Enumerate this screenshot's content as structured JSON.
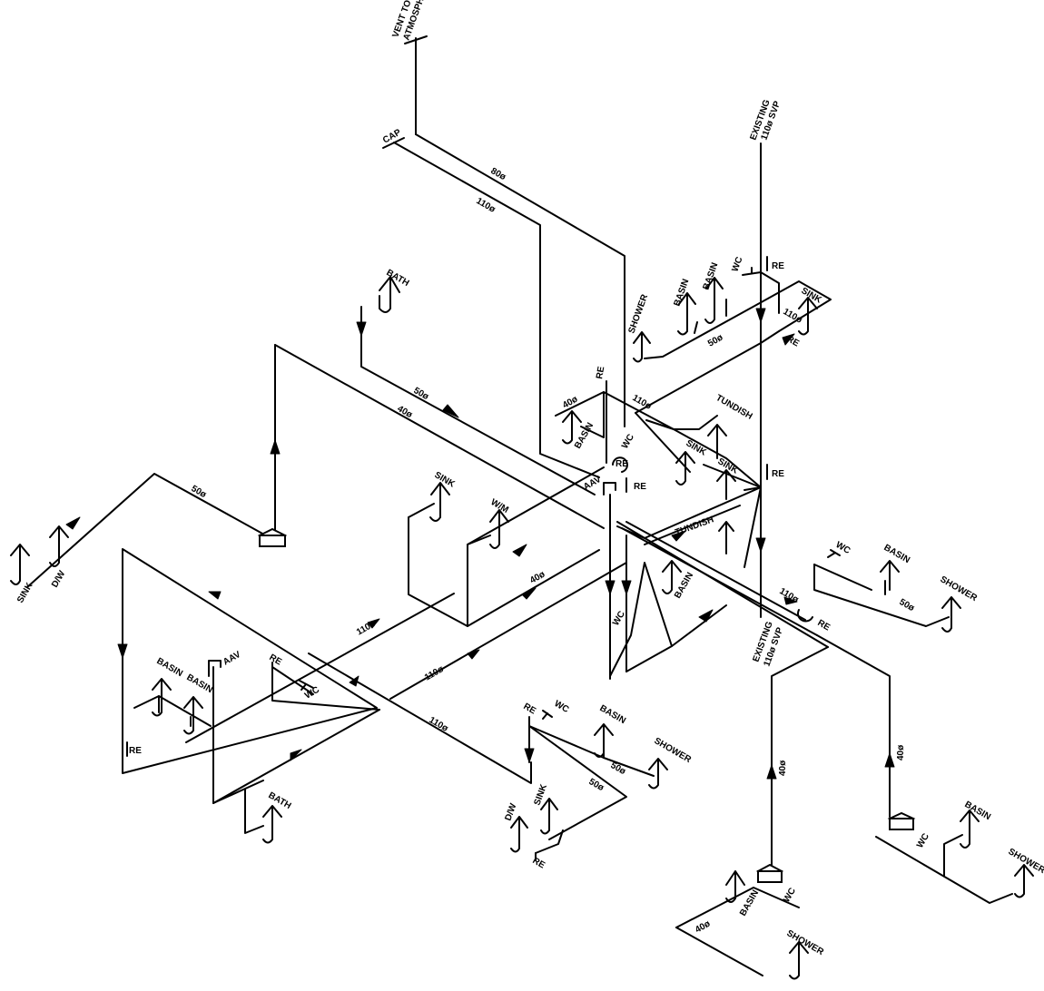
{
  "diagram": {
    "labels": {
      "vent_to_atmosphere_1": "VENT TO",
      "vent_to_atmosphere_2": "ATMOSPHERE",
      "cap": "CAP",
      "existing_top_1": "EXISTING",
      "existing_top_2": "110ø SVP",
      "existing_mid_1": "EXISTING",
      "existing_mid_2": "110ø SVP",
      "pipe_80": "80ø",
      "pipe_110_top": "110ø",
      "pipe_110_right_stack": "110ø",
      "pipe_110_center": "110ø",
      "pipe_110_right_branch": "110ø",
      "pipe_110_left_a": "110ø",
      "pipe_110_left_b": "110ø",
      "pipe_110_left_c": "110ø",
      "pipe_50_bath": "50ø",
      "pipe_50_sink_dw": "50ø",
      "pipe_50_shower_top": "50ø",
      "pipe_50_right": "50ø",
      "pipe_50_bottom_a": "50ø",
      "pipe_50_bottom_b": "50ø",
      "pipe_40_main": "40ø",
      "pipe_40_basin_top": "40ø",
      "pipe_40_center": "40ø",
      "pipe_40_br_a": "40ø",
      "pipe_40_br_b": "40ø",
      "pipe_40_bottom": "40ø",
      "bath_top": "BATH",
      "bath_bottom": "BATH",
      "sink_left": "SINK",
      "dw_left": "D/W",
      "sink_center": "SINK",
      "wm": "W/M",
      "shower_top": "SHOWER",
      "basin_top_a": "BASIN",
      "basin_top_b": "BASIN",
      "wc_top": "WC",
      "re_top": "RE",
      "sink_top_right": "SINK",
      "re_top_right": "RE",
      "basin_center_top": "BASIN",
      "re_center_top": "RE",
      "tundish_top": "TUNDISH",
      "wc_center": "WC",
      "re_center_a": "RE",
      "sink_center_right_a": "SINK",
      "sink_center_right_b": "SINK",
      "re_right_stack": "RE",
      "aav_center": "AAV",
      "re_center_b": "RE",
      "tundish_center": "TUNDISH",
      "basin_center_low": "BASIN",
      "wc_center_low": "WC",
      "wc_right": "WC",
      "basin_right": "BASIN",
      "shower_right": "SHOWER",
      "re_right": "RE",
      "basin_left_a": "BASIN",
      "basin_left_b": "BASIN",
      "aav_left": "AAV",
      "re_left_a": "RE",
      "wc_left": "WC",
      "re_left_b": "RE",
      "re_bottom_a": "RE",
      "wc_bottom_a": "WC",
      "basin_bottom_a": "BASIN",
      "shower_bottom_a": "SHOWER",
      "dw_bottom": "D/W",
      "sink_bottom": "SINK",
      "re_bottom_b": "RE",
      "basin_br": "BASIN",
      "shower_br": "SHOWER",
      "wc_br": "WC",
      "basin_bottom_c": "BASIN",
      "wc_bottom_c": "WC",
      "shower_bottom_c": "SHOWER"
    }
  }
}
